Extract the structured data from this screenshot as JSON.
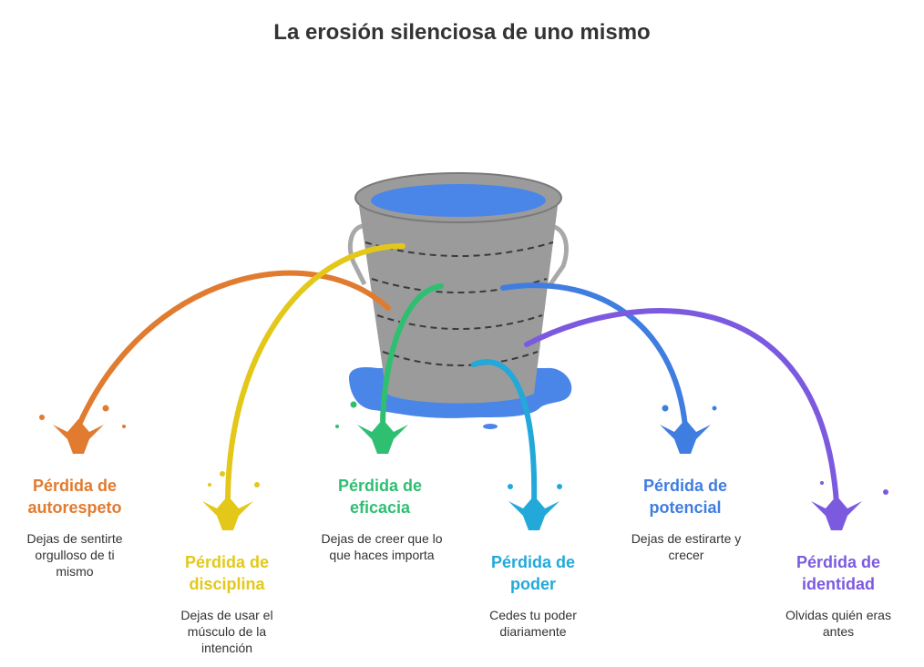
{
  "title": "La erosión silenciosa de uno mismo",
  "items": [
    {
      "label_line1": "Pérdida de",
      "label_line2": "autorespeto",
      "desc_line1": "Dejas de sentirte",
      "desc_line2": "orgulloso de ti",
      "desc_line3": "mismo",
      "color": "#E07B30"
    },
    {
      "label_line1": "Pérdida de",
      "label_line2": "disciplina",
      "desc_line1": "Dejas de usar el",
      "desc_line2": "músculo de la",
      "desc_line3": "intención",
      "color": "#E3C81A"
    },
    {
      "label_line1": "Pérdida de",
      "label_line2": "eficacia",
      "desc_line1": "Dejas de creer que lo",
      "desc_line2": "que haces importa",
      "desc_line3": "",
      "color": "#2FBF71"
    },
    {
      "label_line1": "Pérdida de",
      "label_line2": "poder",
      "desc_line1": "Cedes tu poder",
      "desc_line2": "diariamente",
      "desc_line3": "",
      "color": "#22A9DA"
    },
    {
      "label_line1": "Pérdida de",
      "label_line2": "potencial",
      "desc_line1": "Dejas de estirarte y",
      "desc_line2": "crecer",
      "desc_line3": "",
      "color": "#3F7EE0"
    },
    {
      "label_line1": "Pérdida de",
      "label_line2": "identidad",
      "desc_line1": "Olvidas quién eras",
      "desc_line2": "antes",
      "desc_line3": "",
      "color": "#7C5AE0"
    }
  ],
  "bucket": {
    "body_color": "#9B9B9B",
    "water_color": "#4A86E8"
  }
}
